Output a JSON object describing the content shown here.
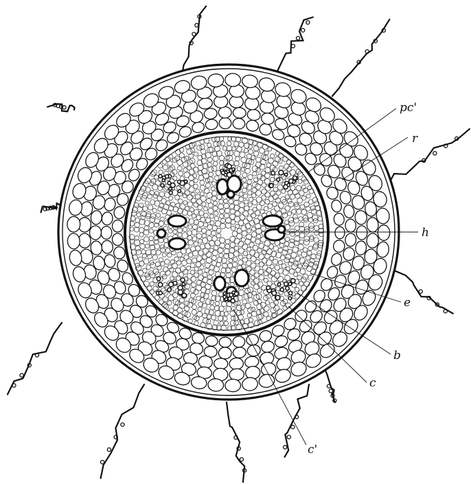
{
  "figure": {
    "labels": {
      "pc": "pc'",
      "r": "r",
      "h": "h",
      "e": "e",
      "b": "b",
      "c": "c",
      "c2": "c'"
    },
    "colors": {
      "ink": "#111111",
      "paper": "#ffffff"
    }
  }
}
